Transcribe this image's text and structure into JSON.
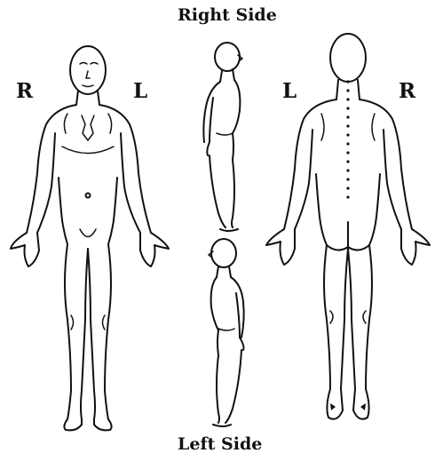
{
  "labels": {
    "top": "Right Side",
    "bottom": "Left Side",
    "front_right": "R",
    "front_left": "L",
    "back_left": "L",
    "back_right": "R"
  },
  "figures": [
    {
      "view": "front"
    },
    {
      "view": "side-right"
    },
    {
      "view": "side-left"
    },
    {
      "view": "back"
    }
  ],
  "colors": {
    "ink": "#111111",
    "background": "#ffffff"
  }
}
